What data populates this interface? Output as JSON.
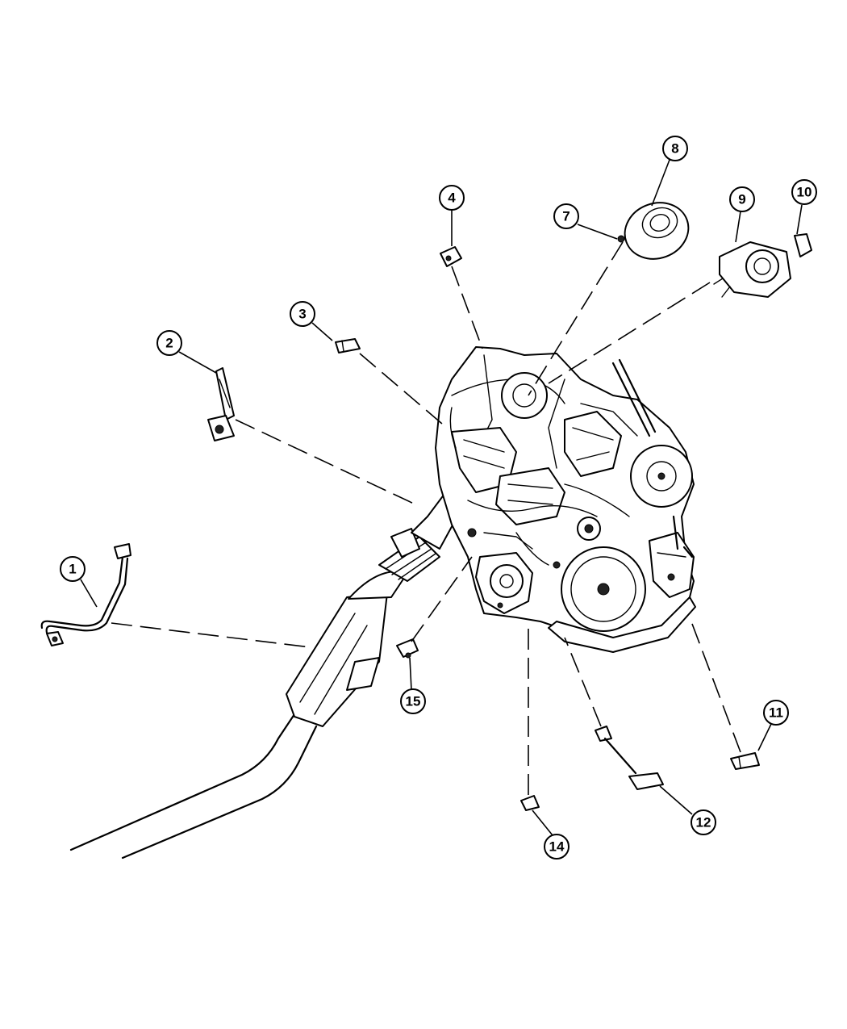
{
  "callouts": {
    "c1": "1",
    "c2": "2",
    "c3": "3",
    "c4": "4",
    "c7": "7",
    "c8": "8",
    "c9": "9",
    "c10": "10",
    "c11": "11",
    "c12": "12",
    "c14": "14",
    "c15": "15"
  }
}
